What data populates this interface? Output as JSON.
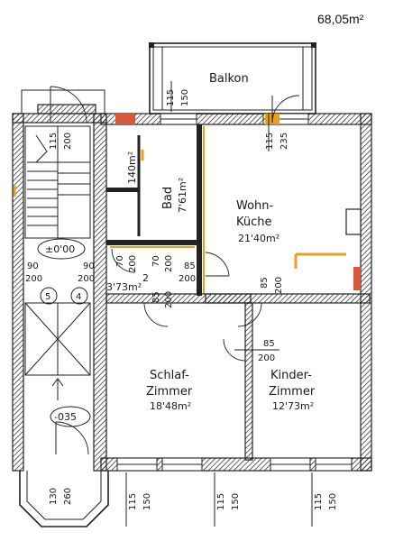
{
  "total_area": "68,05m²",
  "rooms": {
    "balcony": "Balkon",
    "bath": {
      "name": "Bad",
      "area": "7'61m²"
    },
    "wc_area": "140m²",
    "hall_area": "3'73m²",
    "hall_num": "2",
    "living": {
      "line1": "Wohn-",
      "line2": "Küche",
      "area": "21'40m²"
    },
    "bedroom": {
      "line1": "Schlaf-",
      "line2": "Zimmer",
      "area": "18'48m²"
    },
    "kids": {
      "line1": "Kinder-",
      "line2": "Zimmer",
      "area": "12'73m²"
    }
  },
  "stair": {
    "level_top": "±0'00",
    "level_bottom": "-035",
    "num_5": "5",
    "num_4": "4"
  },
  "dims": {
    "d115": "115",
    "d150": "150",
    "d200": "200",
    "d235": "235",
    "d90": "90",
    "d70": "70",
    "d85": "85",
    "d130": "130",
    "d260": "260"
  },
  "colors": {
    "wall": "#222222",
    "accent_orange": "#e8a020",
    "accent_red": "#d9573a",
    "background": "#ffffff"
  }
}
